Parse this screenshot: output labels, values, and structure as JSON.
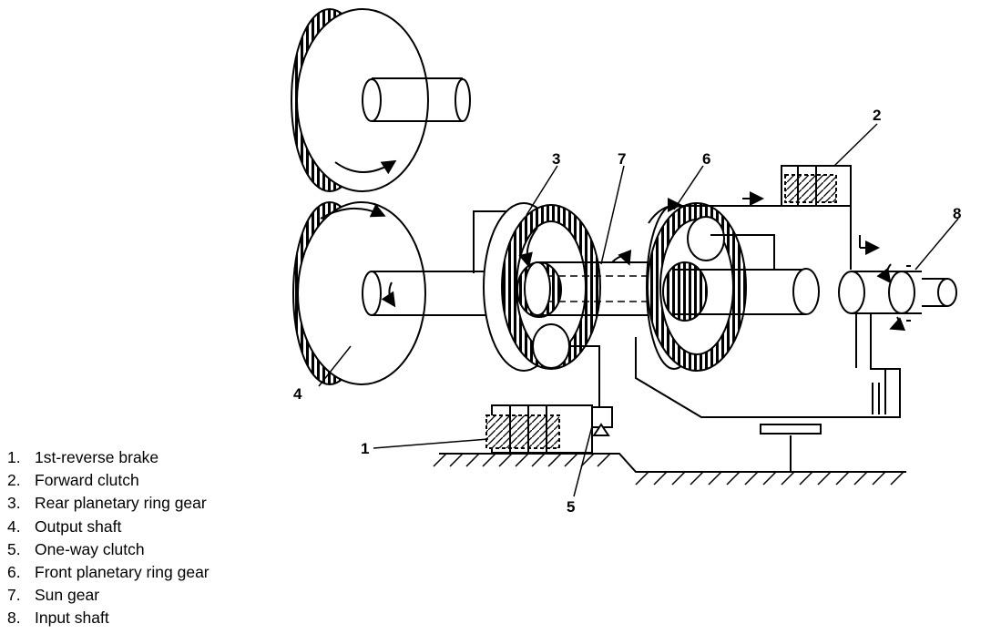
{
  "callouts": [
    "1",
    "2",
    "3",
    "4",
    "5",
    "6",
    "7",
    "8"
  ],
  "legend": [
    {
      "num": "1.",
      "label": "1st-reverse brake"
    },
    {
      "num": "2.",
      "label": "Forward clutch"
    },
    {
      "num": "3.",
      "label": "Rear planetary ring gear"
    },
    {
      "num": "4.",
      "label": "Output shaft"
    },
    {
      "num": "5.",
      "label": "One-way clutch"
    },
    {
      "num": "6.",
      "label": "Front planetary ring gear"
    },
    {
      "num": "7.",
      "label": "Sun gear"
    },
    {
      "num": "8.",
      "label": "Input shaft"
    }
  ]
}
